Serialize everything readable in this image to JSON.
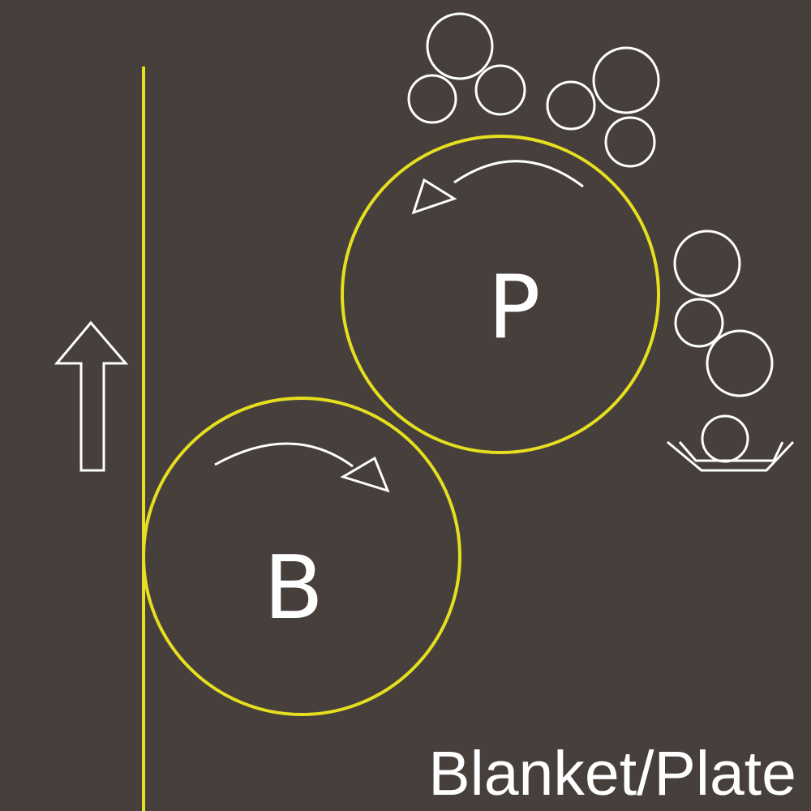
{
  "diagram": {
    "caption": "Blanket/Plate",
    "cylinders": {
      "plate": {
        "label": "P"
      },
      "blanket": {
        "label": "B"
      }
    },
    "colors": {
      "background": "#463f3c",
      "cylinder_outline": "#e5df1f",
      "web_line": "#e5df1f",
      "arrows": "#ffffff",
      "rollers": "#ffffff",
      "text": "#ffffff"
    },
    "icons": {
      "web_direction": "up-arrow-icon",
      "plate_rotation": "counterclockwise-arrow-icon",
      "blanket_rotation": "clockwise-arrow-icon",
      "ink_rollers": "roller-train-icon",
      "water_fountain": "fountain-tray-icon"
    }
  }
}
